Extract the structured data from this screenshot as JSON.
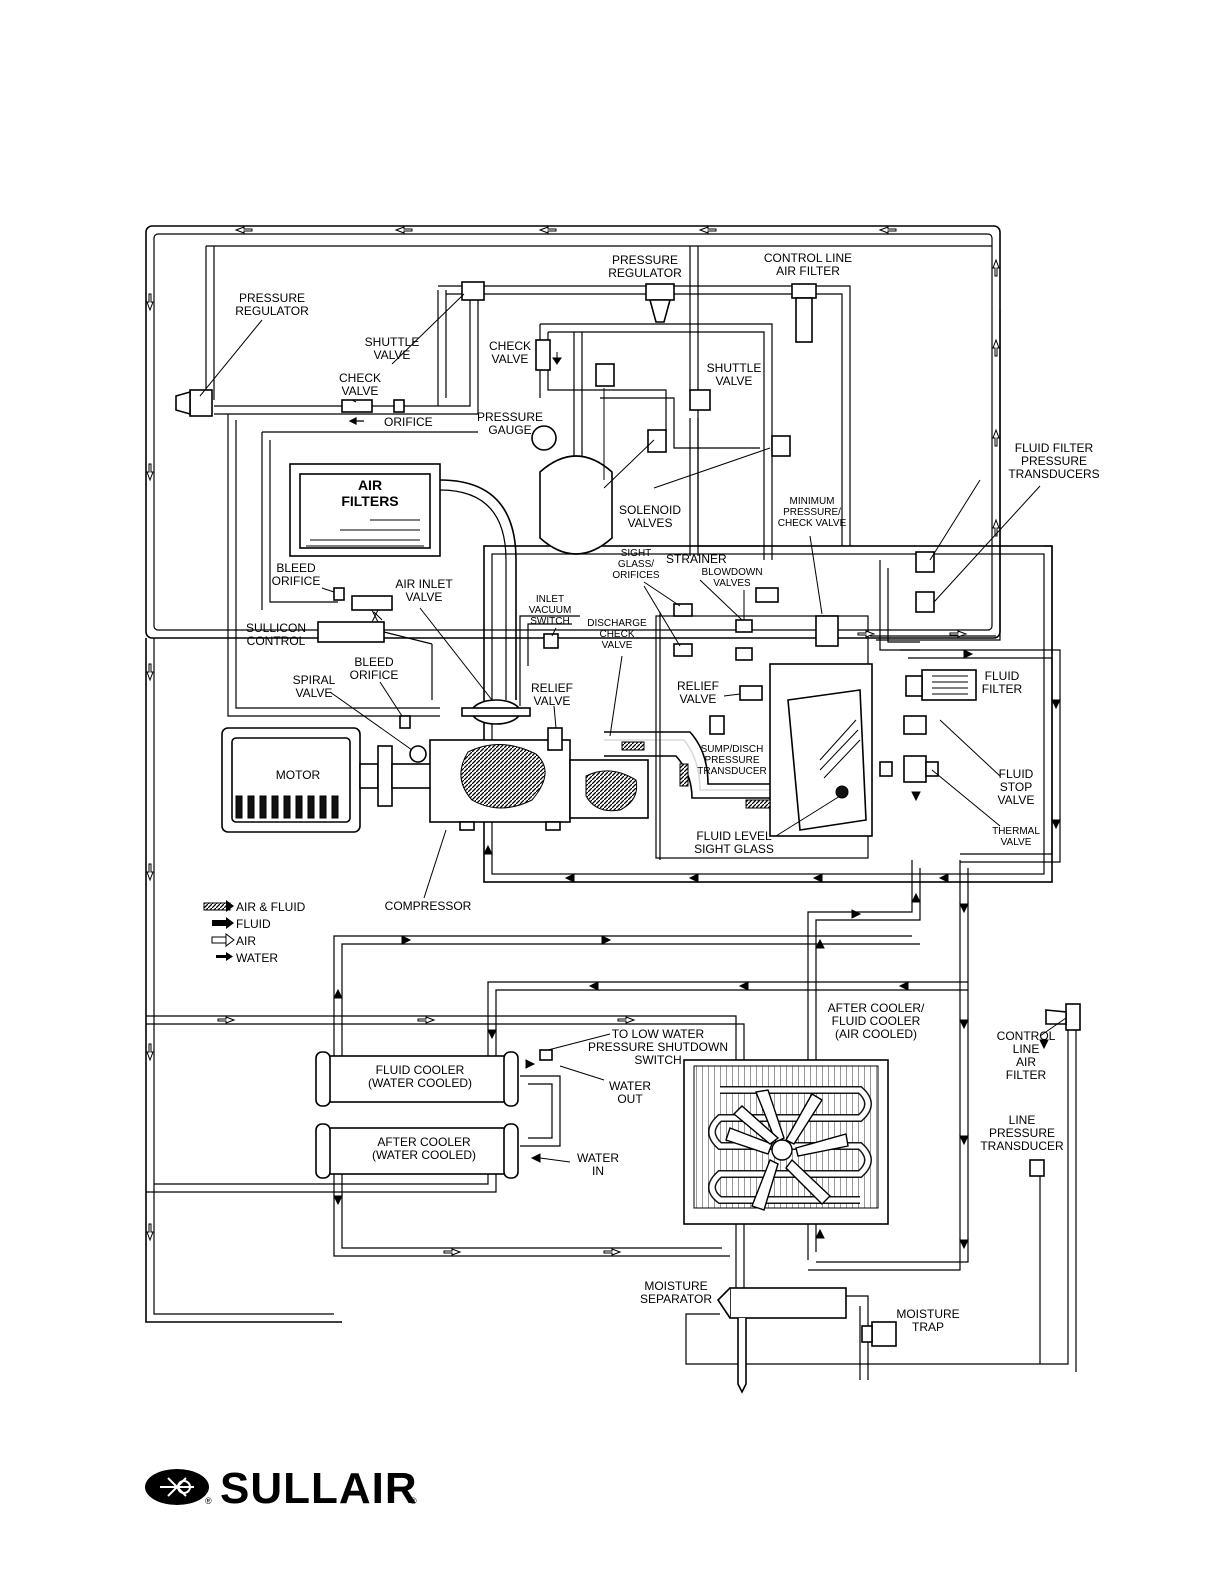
{
  "diagram": {
    "labels": {
      "pressure_regulator_top": "PRESSURE\nREGULATOR",
      "control_line_air_filter_top": "CONTROL LINE\nAIR FILTER",
      "pressure_regulator_left": "PRESSURE\nREGULATOR",
      "shuttle_valve_left": "SHUTTLE\nVALVE",
      "check_valve_top": "CHECK\nVALVE",
      "shuttle_valve_right": "SHUTTLE\nVALVE",
      "check_valve_left": "CHECK\nVALVE",
      "orifice": "ORIFICE",
      "pressure_gauge": "PRESSURE\nGAUGE",
      "fluid_filter_pressure_transducers": "FLUID FILTER\nPRESSURE\nTRANSDUCERS",
      "air_filters": "AIR\nFILTERS",
      "solenoid_valves": "SOLENOID\nVALVES",
      "minimum_pressure_check_valve": "MINIMUM\nPRESSURE/\nCHECK VALVE",
      "sight_glass_orifices": "SIGHT\nGLASS/\nORIFICES",
      "strainer": "STRAINER",
      "blowdown_valves": "BLOWDOWN\nVALVES",
      "bleed_orifice_top": "BLEED\nORIFICE",
      "air_inlet_valve": "AIR INLET\nVALVE",
      "inlet_vacuum_switch": "INLET\nVACUUM\nSWITCH",
      "discharge_check_valve": "DISCHARGE\nCHECK\nVALVE",
      "sullicon_control": "SULLICON\nCONTROL",
      "bleed_orifice_mid": "BLEED\nORIFICE",
      "spiral_valve": "SPIRAL\nVALVE",
      "relief_valve_left": "RELIEF\nVALVE",
      "relief_valve_right": "RELIEF\nVALVE",
      "fluid_filter": "FLUID\nFILTER",
      "sump_disch_pressure_transducer": "SUMP/DISCH\nPRESSURE\nTRANSDUCER",
      "motor": "MOTOR",
      "fluid_stop_valve": "FLUID\nSTOP\nVALVE",
      "thermal_valve": "THERMAL\nVALVE",
      "fluid_level_sight_glass": "FLUID LEVEL\nSIGHT GLASS",
      "compressor": "COMPRESSOR",
      "after_cooler_fluid_cooler_air": "AFTER COOLER/\nFLUID COOLER\n(AIR COOLED)",
      "to_low_water_pressure_shutdown_switch": "TO LOW WATER\nPRESSURE SHUTDOWN\nSWITCH",
      "control_line_air_filter_right": "CONTROL\nLINE\nAIR\nFILTER",
      "fluid_cooler_water": "FLUID COOLER\n(WATER COOLED)",
      "water_out": "WATER\nOUT",
      "line_pressure_transducer": "LINE\nPRESSURE\nTRANSDUCER",
      "after_cooler_water": "AFTER COOLER\n(WATER COOLED)",
      "water_in": "WATER\nIN",
      "moisture_separator": "MOISTURE\nSEPARATOR",
      "moisture_trap": "MOISTURE\nTRAP"
    },
    "legend": [
      {
        "label": "AIR & FLUID",
        "style": "hatched"
      },
      {
        "label": "FLUID",
        "style": "solid"
      },
      {
        "label": "AIR",
        "style": "hollow"
      },
      {
        "label": "WATER",
        "style": "thin"
      }
    ]
  },
  "logo": {
    "text": "SULLAIR",
    "mark": "®"
  },
  "colors": {
    "ink": "#000000",
    "paper": "#ffffff"
  }
}
